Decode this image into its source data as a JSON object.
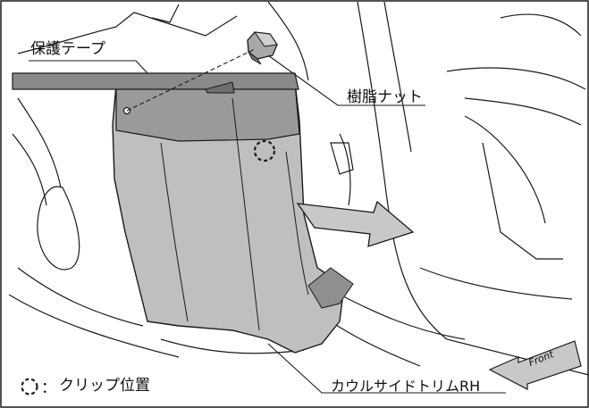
{
  "labels": {
    "protective_tape": "保護テープ",
    "resin_nut": "樹脂ナット",
    "cowl_side_trim": "カウルサイドトリムRH",
    "legend_separator": "：",
    "legend_text": "クリップ位置",
    "front": "Front"
  },
  "colors": {
    "line": "#1a1a1a",
    "panel_fill": "#bfbfbf",
    "panel_shade": "#9a9a9a",
    "tape_fill": "#8a8a8a",
    "arrow_fill": "#c8c8c8"
  }
}
